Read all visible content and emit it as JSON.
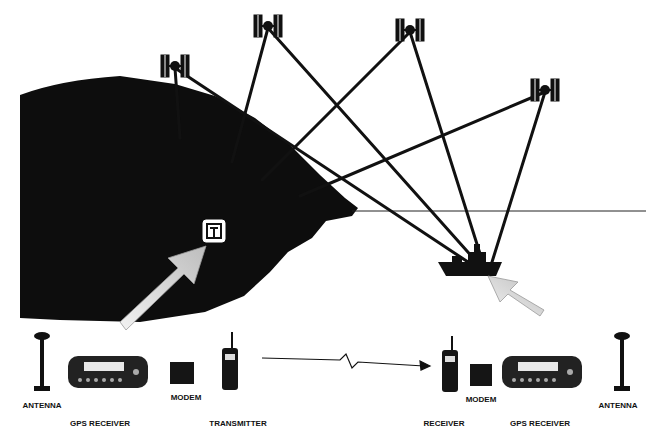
{
  "diagram": {
    "labels": [
      "ANTENNA",
      "GPS RECEIVER",
      "MODEM",
      "TRANSMITTER",
      "RECEIVER",
      "MODEM",
      "GPS RECEIVER",
      "ANTENNA"
    ]
  }
}
